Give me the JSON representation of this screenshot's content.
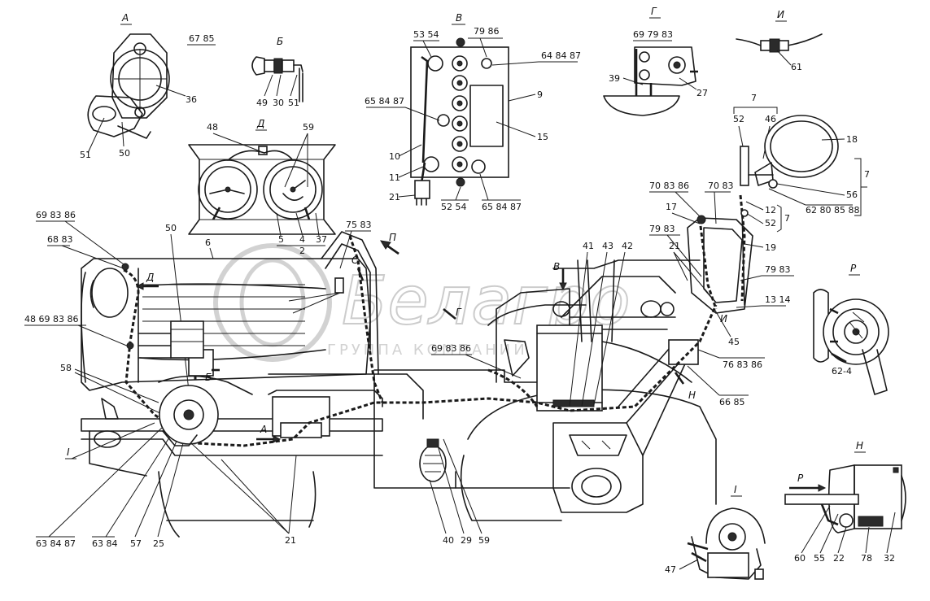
{
  "watermark": {
    "brand": "Белагро",
    "tagline": "ГРУППА КОМПАНИЙ"
  },
  "view_letters": {
    "A_top": "А",
    "B_top": "Б",
    "V_top": "В",
    "G_top": "Г",
    "I_top": "И",
    "D_top": "Д",
    "P_right": "Р",
    "N_right": "Н",
    "I_bottom": "I",
    "P_arrow": "П",
    "V_arrow": "В",
    "C_arrow": "С",
    "G_arrow": "Г",
    "D_arrow": "Д",
    "A_arrow": "А",
    "B_arrow": "Б",
    "I_arrow": "И",
    "N_arrow": "Н",
    "I_left": "I",
    "P_arrow_right": "Р"
  },
  "callouts": {
    "c6785": "67 85",
    "c36": "36",
    "c51a": "51",
    "c50a": "50",
    "c49": "49",
    "c30": "30",
    "c51b": "51",
    "c5354": "53 54",
    "c7986": "79 86",
    "c648487a": "64 84 87",
    "c658487a": "65 84 87",
    "c9": "9",
    "c15": "15",
    "c10": "10",
    "c11": "11",
    "c21a": "21",
    "c5254": "52 54",
    "c658487b": "65 84 87",
    "c697983": "69 79 83",
    "c39": "39",
    "c27": "27",
    "c61": "61",
    "c48a": "48",
    "c59a": "59",
    "c5": "5",
    "c4": "4",
    "c37": "37",
    "c2": "2",
    "c7a": "7",
    "c52a": "52",
    "c46": "46",
    "c18": "18",
    "c7b": "7",
    "c56": "56",
    "c62808588": "62 80 85 88",
    "c12": "12",
    "c52b": "52",
    "c7c": "7",
    "c708386": "70 83 86",
    "c7083": "70 83",
    "c17": "17",
    "c19": "19",
    "c7983a": "79 83",
    "c7983b": "79 83",
    "c1314": "13 14",
    "c21b": "21",
    "c41": "41",
    "c43": "43",
    "c42": "42",
    "c45": "45",
    "c768386": "76 83 86",
    "c6685": "66 85",
    "c698386a": "69 83 86",
    "c6883": "68 83",
    "c6": "6",
    "c50b": "50",
    "c7583": "75 83",
    "c48698386": "48 69 83 86",
    "c698386b": "69 83 86",
    "c58": "58",
    "c638487": "63 84 87",
    "c6384": "63 84",
    "c57": "57",
    "c25": "25",
    "c21c": "21",
    "c40": "40",
    "c29": "29",
    "c59b": "59",
    "c47": "47",
    "c60": "60",
    "c55": "55",
    "c22": "22",
    "c78": "78",
    "c32": "32",
    "c624": "62-4"
  }
}
